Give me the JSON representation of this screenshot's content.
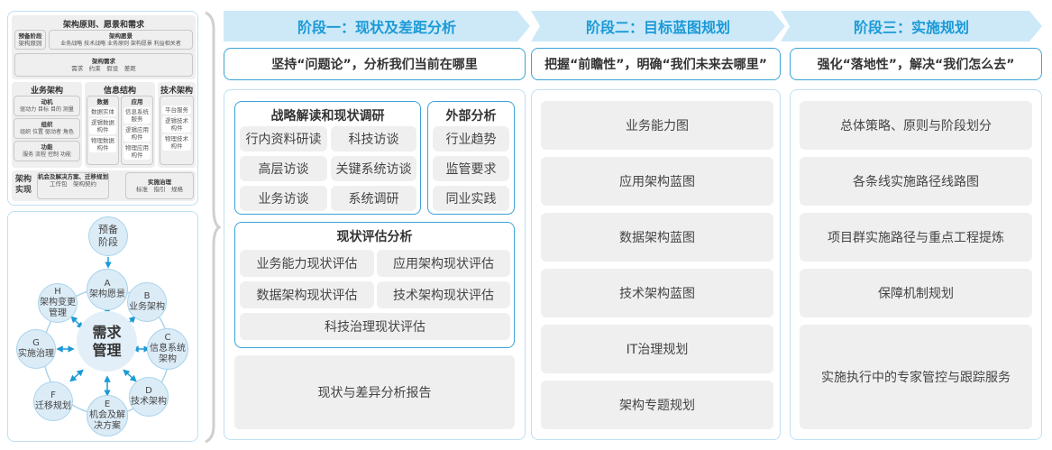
{
  "left_top": {
    "title": "架构原则、愿景和需求",
    "prep": {
      "title": "预备阶段",
      "items": "架构原则"
    },
    "vision": {
      "title": "架构愿景",
      "items": "业务战略 技术战略 业务原则 架构愿景 利益相关者"
    },
    "req": {
      "title": "架构需求",
      "items": "需求　约束　假设　差距"
    },
    "business": {
      "title": "业务架构",
      "groups": [
        {
          "title": "动机",
          "items": "驱动力 目标 目的 测量"
        },
        {
          "title": "组织",
          "items": "组织 位置 驱动者 角色"
        },
        {
          "title": "功能",
          "items": "服务 流程 控制 功能"
        }
      ]
    },
    "info": {
      "title": "信息结构",
      "data": {
        "title": "数据",
        "items": [
          "数据实体",
          "逻辑数据构件",
          "物理数据构件"
        ]
      },
      "app": {
        "title": "应用",
        "items": [
          "信息系统服务",
          "逻辑应用构件",
          "物理应用构件"
        ]
      }
    },
    "tech": {
      "title": "技术架构",
      "items": [
        "平台服务",
        "逻辑技术构件",
        "物理技术构件"
      ]
    },
    "impl": {
      "title": "架构实现",
      "opp": {
        "title": "机会及解决方案、迁移规划",
        "items": "工作包　架构契约"
      },
      "gov": {
        "title": "实施治理",
        "items": "标准　指引　规格"
      }
    }
  },
  "cycle": {
    "center": "需求管理",
    "prep": "预备阶段",
    "phases": [
      {
        "letter": "A",
        "label": "架构愿景"
      },
      {
        "letter": "B",
        "label": "业务架构"
      },
      {
        "letter": "C",
        "label": "信息系统架构"
      },
      {
        "letter": "D",
        "label": "技术架构"
      },
      {
        "letter": "E",
        "label": "机会及解决方案"
      },
      {
        "letter": "F",
        "label": "迁移规划"
      },
      {
        "letter": "G",
        "label": "实施治理"
      },
      {
        "letter": "H",
        "label": "架构变更管理"
      }
    ]
  },
  "stages": [
    {
      "title": "阶段一：现状及差距分析",
      "subtitle": "坚持“问题论”，分析我们当前在哪里",
      "research": {
        "title": "战略解读和现状调研",
        "items": [
          "行内资料研读",
          "科技访谈",
          "高层访谈",
          "关键系统访谈",
          "业务访谈",
          "系统调研"
        ]
      },
      "external": {
        "title": "外部分析",
        "items": [
          "行业趋势",
          "监管要求",
          "同业实践"
        ]
      },
      "assessment": {
        "title": "现状评估分析",
        "items": [
          "业务能力现状评估",
          "应用架构现状评估",
          "数据架构现状评估",
          "技术架构现状评估",
          "科技治理现状评估"
        ]
      },
      "report": "现状与差异分析报告"
    },
    {
      "title": "阶段二：目标蓝图规划",
      "subtitle": "把握“前瞻性”，明确“我们未来去哪里”",
      "items": [
        "业务能力图",
        "应用架构蓝图",
        "数据架构蓝图",
        "技术架构蓝图",
        "IT治理规划",
        "架构专题规划"
      ]
    },
    {
      "title": "阶段三：实施规划",
      "subtitle": "强化“落地性”，解决“我们怎么去”",
      "items": [
        "总体策略、原则与阶段划分",
        "各条线实施路径线路图",
        "项目群实施路径与重点工程提炼",
        "保障机制规划",
        "实施执行中的专家管控与跟踪服务"
      ]
    }
  ],
  "colors": {
    "accent": "#1b9ad6",
    "header_bg": "#cde9f8",
    "border": "#3ba3d8",
    "box": "#efefef"
  }
}
